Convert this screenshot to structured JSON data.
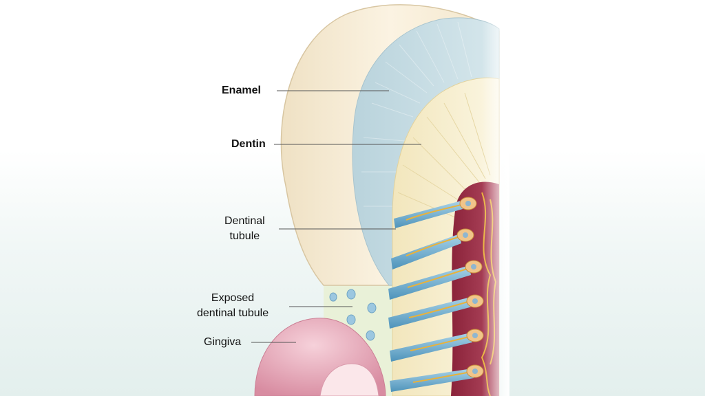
{
  "labels": {
    "enamel": "Enamel",
    "dentin": "Dentin",
    "dentinal_tubule_line1": "Dentinal",
    "dentinal_tubule_line2": "tubule",
    "exposed_line1": "Exposed",
    "exposed_line2": "dentinal tubule",
    "gingiva": "Gingiva"
  },
  "colors": {
    "enamel": "#c9dde3",
    "dentin": "#f6edc9",
    "crown_outer": "#f4e8cf",
    "pulp": "#9c2f48",
    "tubule": "#7ab7d6",
    "nerve": "#e9b23a",
    "gingiva": "#e8a5b6"
  }
}
